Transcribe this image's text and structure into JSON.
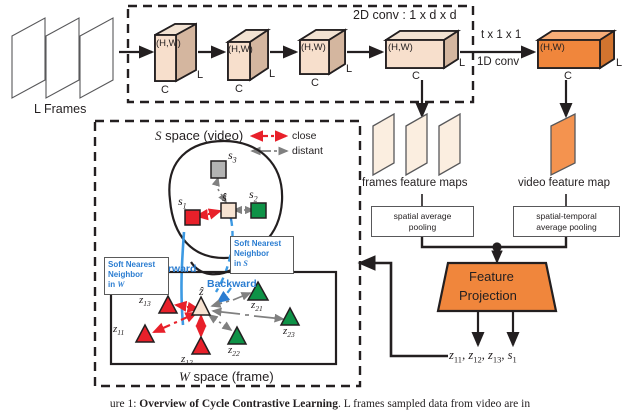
{
  "figure": {
    "title": "Overview of Cycle Contrastive Learning",
    "caption_prefix": "ure 1: ",
    "caption_bold": "Overview of Cycle Contrastive Learning",
    "caption_rest": ". L frames sampled data from video are in"
  },
  "colors": {
    "cube_fill": "#f7dfcc",
    "cube_top": "#f3e3d3",
    "cube_side": "#d4b69f",
    "orange_fill": "#f0863c",
    "orange_top": "#f5a86d",
    "orange_side": "#d2742f",
    "sheet_fill": "#fbeee0",
    "sheet_orange": "#f4934f",
    "red": "#e8202a",
    "green": "#0e9247",
    "gray": "#b3b3b3",
    "blue": "#2b7dd1",
    "arrow_gray": "#808080",
    "outline": "#231f20",
    "anchor_fill": "#f7e3d2"
  },
  "pipeline": {
    "frames_label": "L Frames",
    "conv2d_label": "2D conv : 1 x d x d",
    "conv1d_label_line1": "t x 1 x 1",
    "conv1d_label_line2": "1D conv",
    "cubes": [
      {
        "hw": "(H,W)",
        "c": "C",
        "l": "L"
      },
      {
        "hw": "(H,W)",
        "c": "C",
        "l": "L"
      },
      {
        "hw": "(H,W)",
        "c": "C",
        "l": "L"
      },
      {
        "hw": "(H,W)",
        "c": "C",
        "l": "L"
      }
    ],
    "video_cube": {
      "hw": "(H,W)",
      "c": "C",
      "l": "L"
    },
    "frames_feature_maps_label": "frames feature maps",
    "video_feature_map_label": "video feature map",
    "pooling_left": "spatial average\npooling",
    "pooling_left_line1": "spatial average",
    "pooling_left_line2": "pooling",
    "pooling_right_line1": "spatial-temporal",
    "pooling_right_line2": "average pooling",
    "projection_line1": "Feature",
    "projection_line2": "Projection",
    "outputs_label": "z₁₁, z₁₂, z₁₃, s₁"
  },
  "legend": {
    "close": "close",
    "distant": "distant"
  },
  "s_space": {
    "title_symbol": "S",
    "title_rest": " space (video)",
    "points": [
      {
        "name": "s1",
        "label": "s",
        "sub": "1",
        "color": "red"
      },
      {
        "name": "s2",
        "label": "s",
        "sub": "2",
        "color": "green"
      },
      {
        "name": "s3",
        "label": "s",
        "sub": "3",
        "color": "gray"
      },
      {
        "name": "s_hat",
        "label": "ŝ",
        "sub": "",
        "color": "anchor"
      }
    ],
    "forward_label": "Forward",
    "soft_nn_s_line1": "Soft Nearest",
    "soft_nn_s_line2": "Neighbor",
    "soft_nn_s_line3": "in S",
    "soft_nn_s_line3_plain": "in ",
    "soft_nn_s_line3_italic": "S"
  },
  "w_space": {
    "title_symbol": "W",
    "title_rest": " space (frame)",
    "backward_label": "Backward",
    "soft_nn_w_line1": "Soft Nearest",
    "soft_nn_w_line2": "Neighbor",
    "soft_nn_w_line3_plain": "in ",
    "soft_nn_w_line3_italic": "W",
    "anchor_label": "ẑ",
    "points": [
      {
        "name": "z11",
        "base": "z",
        "sub": "11",
        "color": "red"
      },
      {
        "name": "z12",
        "base": "z",
        "sub": "12",
        "color": "red"
      },
      {
        "name": "z13",
        "base": "z",
        "sub": "13",
        "color": "red"
      },
      {
        "name": "z21",
        "base": "z",
        "sub": "21",
        "color": "green"
      },
      {
        "name": "z22",
        "base": "z",
        "sub": "22",
        "color": "green"
      },
      {
        "name": "z23",
        "base": "z",
        "sub": "23",
        "color": "green"
      }
    ]
  }
}
